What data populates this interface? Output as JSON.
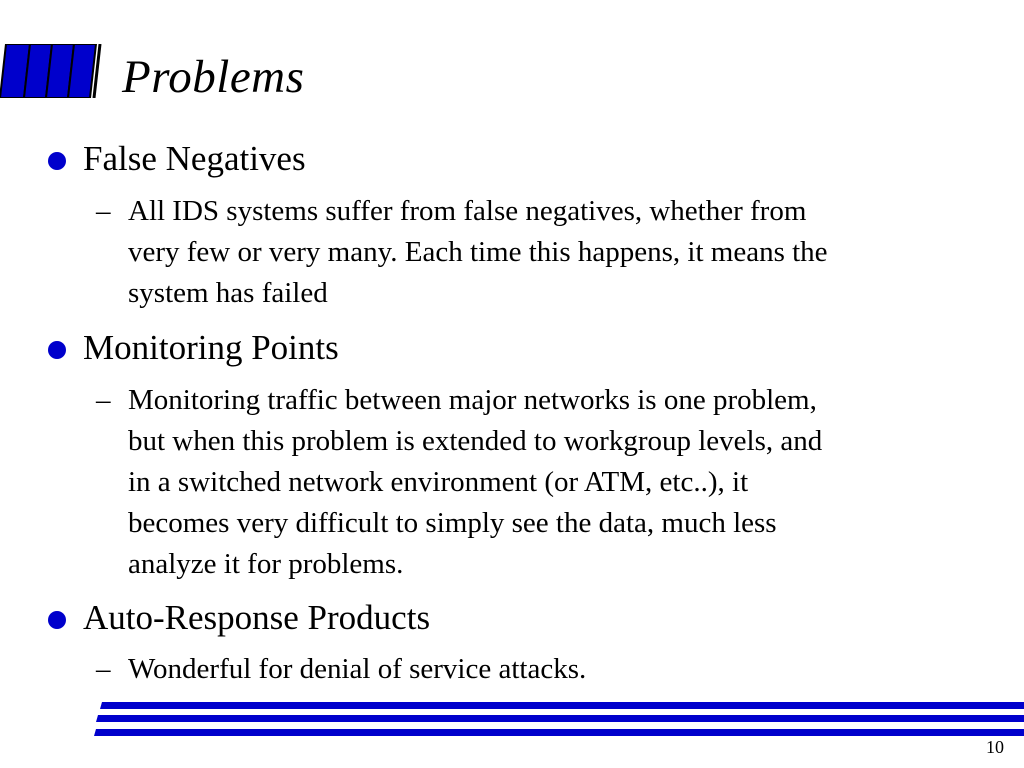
{
  "title": "Problems",
  "bullets": [
    {
      "heading": "False Negatives",
      "sub_lines": [
        "All IDS systems suffer from false negatives, whether from",
        "very few or very many.  Each time this happens, it means the",
        "system has failed"
      ]
    },
    {
      "heading": "Monitoring Points",
      "sub_lines": [
        "Monitoring traffic between major networks is one problem,",
        "but when this problem is extended to workgroup levels, and",
        "in a switched network environment (or ATM, etc..), it",
        "becomes very difficult to simply see the data, much less",
        "analyze it for problems."
      ]
    },
    {
      "heading": "Auto-Response Products",
      "sub_lines": [
        "Wonderful  for denial of service attacks."
      ]
    }
  ],
  "dash": "–",
  "page_number": "10",
  "colors": {
    "accent_blue": "#0000cc",
    "text": "#000000",
    "background": "#ffffff"
  }
}
